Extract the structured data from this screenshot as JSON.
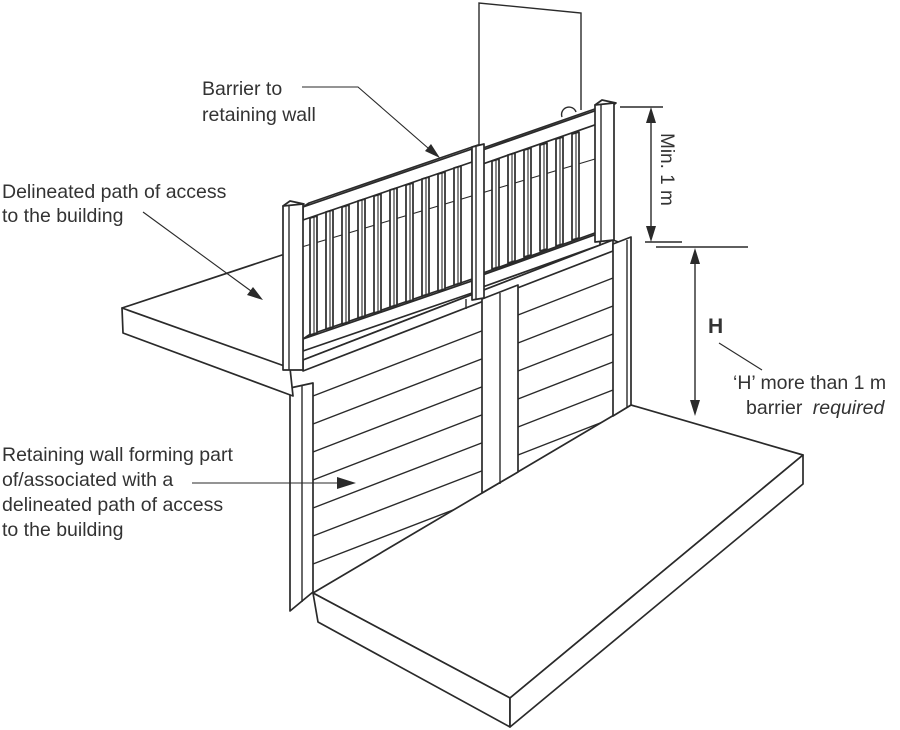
{
  "diagram": {
    "background": "#ffffff",
    "line_color": "#2a2a2a",
    "text_color": "#333333",
    "labels": {
      "barrier": [
        "Barrier to",
        "retaining wall"
      ],
      "path": [
        "Delineated path of access",
        "to the building"
      ],
      "retaining_wall": [
        "Retaining wall forming part",
        "of/associated with a",
        "delineated path of access",
        "to the building"
      ]
    },
    "dimensions": {
      "min_height": "Min. 1 m",
      "h_symbol": "H",
      "h_note_line1": "‘H’ more than 1 m",
      "h_note_word1": "barrier",
      "h_note_word2": "required"
    }
  }
}
